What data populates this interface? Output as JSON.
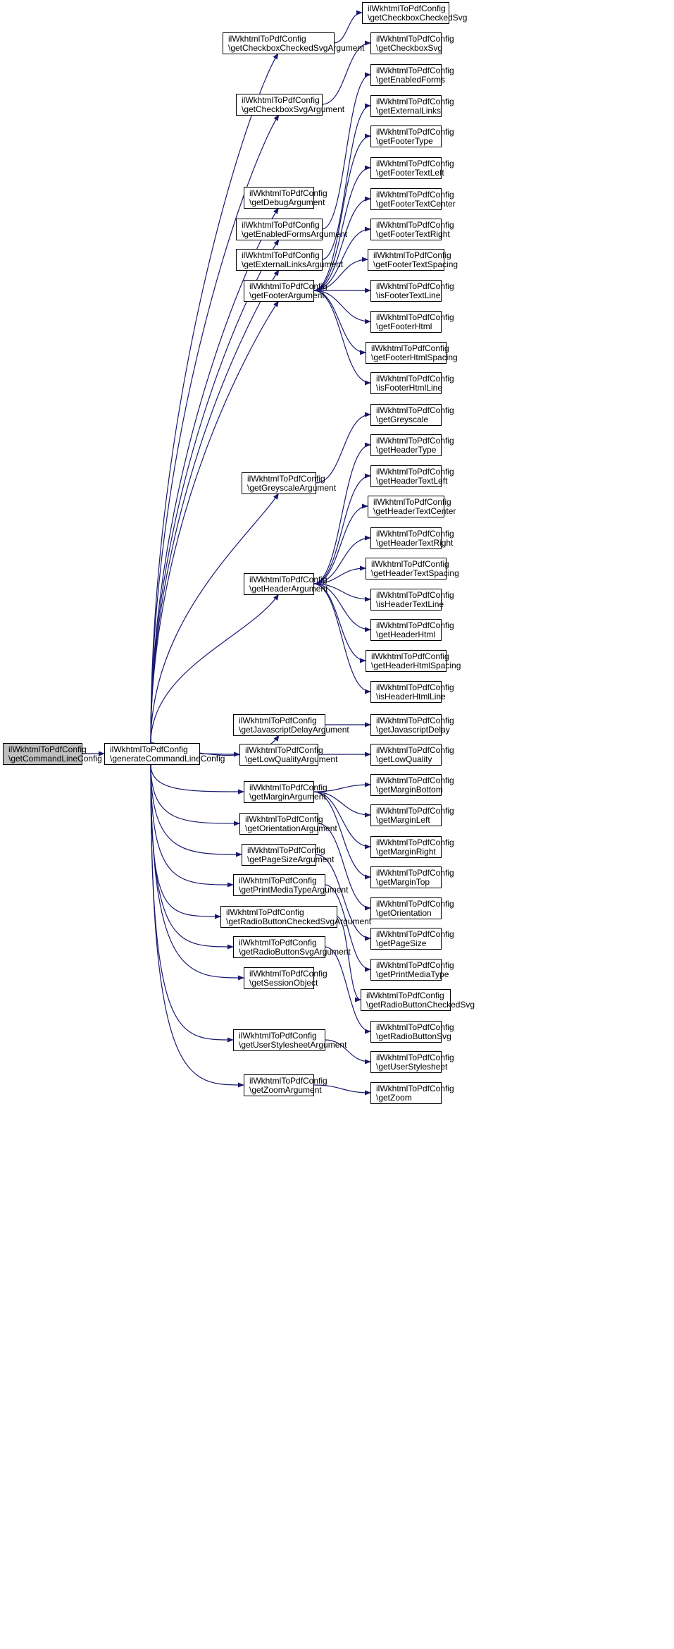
{
  "colors": {
    "edge": "#191970",
    "node_border": "#000000",
    "node_fill": "#ffffff",
    "root_fill": "#bfbfbf",
    "background": "#ffffff"
  },
  "nodes": [
    {
      "id": "root",
      "line1": "ilWkhtmlToPdfConfig",
      "line2": "\\getCommandLineConfig",
      "root": true
    },
    {
      "id": "gen",
      "line1": "ilWkhtmlToPdfConfig",
      "line2": "\\generateCommandLineConfig"
    },
    {
      "id": "cbcsa",
      "line1": "ilWkhtmlToPdfConfig",
      "line2": "\\getCheckboxCheckedSvgArgument"
    },
    {
      "id": "cbsa",
      "line1": "ilWkhtmlToPdfConfig",
      "line2": "\\getCheckboxSvgArgument"
    },
    {
      "id": "dbga",
      "line1": "ilWkhtmlToPdfConfig",
      "line2": "\\getDebugArgument"
    },
    {
      "id": "efa",
      "line1": "ilWkhtmlToPdfConfig",
      "line2": "\\getEnabledFormsArgument"
    },
    {
      "id": "ela",
      "line1": "ilWkhtmlToPdfConfig",
      "line2": "\\getExternalLinksArgument"
    },
    {
      "id": "fa",
      "line1": "ilWkhtmlToPdfConfig",
      "line2": "\\getFooterArgument"
    },
    {
      "id": "gsa",
      "line1": "ilWkhtmlToPdfConfig",
      "line2": "\\getGreyscaleArgument"
    },
    {
      "id": "ha",
      "line1": "ilWkhtmlToPdfConfig",
      "line2": "\\getHeaderArgument"
    },
    {
      "id": "jda",
      "line1": "ilWkhtmlToPdfConfig",
      "line2": "\\getJavascriptDelayArgument"
    },
    {
      "id": "lqa",
      "line1": "ilWkhtmlToPdfConfig",
      "line2": "\\getLowQualityArgument"
    },
    {
      "id": "ma",
      "line1": "ilWkhtmlToPdfConfig",
      "line2": "\\getMarginArgument"
    },
    {
      "id": "oa",
      "line1": "ilWkhtmlToPdfConfig",
      "line2": "\\getOrientationArgument"
    },
    {
      "id": "psa",
      "line1": "ilWkhtmlToPdfConfig",
      "line2": "\\getPageSizeArgument"
    },
    {
      "id": "pmta",
      "line1": "ilWkhtmlToPdfConfig",
      "line2": "\\getPrintMediaTypeArgument"
    },
    {
      "id": "rbcsa",
      "line1": "ilWkhtmlToPdfConfig",
      "line2": "\\getRadioButtonCheckedSvgArgument"
    },
    {
      "id": "rbsa",
      "line1": "ilWkhtmlToPdfConfig",
      "line2": "\\getRadioButtonSvgArgument"
    },
    {
      "id": "so",
      "line1": "ilWkhtmlToPdfConfig",
      "line2": "\\getSessionObject"
    },
    {
      "id": "ussa",
      "line1": "ilWkhtmlToPdfConfig",
      "line2": "\\getUserStylesheetArgument"
    },
    {
      "id": "za",
      "line1": "ilWkhtmlToPdfConfig",
      "line2": "\\getZoomArgument"
    },
    {
      "id": "cbcs",
      "line1": "ilWkhtmlToPdfConfig",
      "line2": "\\getCheckboxCheckedSvg"
    },
    {
      "id": "cbs",
      "line1": "ilWkhtmlToPdfConfig",
      "line2": "\\getCheckboxSvg"
    },
    {
      "id": "ef",
      "line1": "ilWkhtmlToPdfConfig",
      "line2": "\\getEnabledForms"
    },
    {
      "id": "el",
      "line1": "ilWkhtmlToPdfConfig",
      "line2": "\\getExternalLinks"
    },
    {
      "id": "ft",
      "line1": "ilWkhtmlToPdfConfig",
      "line2": "\\getFooterType"
    },
    {
      "id": "ftl",
      "line1": "ilWkhtmlToPdfConfig",
      "line2": "\\getFooterTextLeft"
    },
    {
      "id": "ftc",
      "line1": "ilWkhtmlToPdfConfig",
      "line2": "\\getFooterTextCenter"
    },
    {
      "id": "ftr",
      "line1": "ilWkhtmlToPdfConfig",
      "line2": "\\getFooterTextRight"
    },
    {
      "id": "fts",
      "line1": "ilWkhtmlToPdfConfig",
      "line2": "\\getFooterTextSpacing"
    },
    {
      "id": "iftl",
      "line1": "ilWkhtmlToPdfConfig",
      "line2": "\\isFooterTextLine"
    },
    {
      "id": "fh",
      "line1": "ilWkhtmlToPdfConfig",
      "line2": "\\getFooterHtml"
    },
    {
      "id": "fhs",
      "line1": "ilWkhtmlToPdfConfig",
      "line2": "\\getFooterHtmlSpacing"
    },
    {
      "id": "ifhl",
      "line1": "ilWkhtmlToPdfConfig",
      "line2": "\\isFooterHtmlLine"
    },
    {
      "id": "gs",
      "line1": "ilWkhtmlToPdfConfig",
      "line2": "\\getGreyscale"
    },
    {
      "id": "ht",
      "line1": "ilWkhtmlToPdfConfig",
      "line2": "\\getHeaderType"
    },
    {
      "id": "htl",
      "line1": "ilWkhtmlToPdfConfig",
      "line2": "\\getHeaderTextLeft"
    },
    {
      "id": "htc",
      "line1": "ilWkhtmlToPdfConfig",
      "line2": "\\getHeaderTextCenter"
    },
    {
      "id": "htr",
      "line1": "ilWkhtmlToPdfConfig",
      "line2": "\\getHeaderTextRight"
    },
    {
      "id": "hts",
      "line1": "ilWkhtmlToPdfConfig",
      "line2": "\\getHeaderTextSpacing"
    },
    {
      "id": "ihtl",
      "line1": "ilWkhtmlToPdfConfig",
      "line2": "\\isHeaderTextLine"
    },
    {
      "id": "hh",
      "line1": "ilWkhtmlToPdfConfig",
      "line2": "\\getHeaderHtml"
    },
    {
      "id": "hhs",
      "line1": "ilWkhtmlToPdfConfig",
      "line2": "\\getHeaderHtmlSpacing"
    },
    {
      "id": "ihhl",
      "line1": "ilWkhtmlToPdfConfig",
      "line2": "\\isHeaderHtmlLine"
    },
    {
      "id": "jd",
      "line1": "ilWkhtmlToPdfConfig",
      "line2": "\\getJavascriptDelay"
    },
    {
      "id": "lq",
      "line1": "ilWkhtmlToPdfConfig",
      "line2": "\\getLowQuality"
    },
    {
      "id": "mb",
      "line1": "ilWkhtmlToPdfConfig",
      "line2": "\\getMarginBottom"
    },
    {
      "id": "ml",
      "line1": "ilWkhtmlToPdfConfig",
      "line2": "\\getMarginLeft"
    },
    {
      "id": "mr",
      "line1": "ilWkhtmlToPdfConfig",
      "line2": "\\getMarginRight"
    },
    {
      "id": "mt",
      "line1": "ilWkhtmlToPdfConfig",
      "line2": "\\getMarginTop"
    },
    {
      "id": "or",
      "line1": "ilWkhtmlToPdfConfig",
      "line2": "\\getOrientation"
    },
    {
      "id": "ps",
      "line1": "ilWkhtmlToPdfConfig",
      "line2": "\\getPageSize"
    },
    {
      "id": "pmt",
      "line1": "ilWkhtmlToPdfConfig",
      "line2": "\\getPrintMediaType"
    },
    {
      "id": "rbcs",
      "line1": "ilWkhtmlToPdfConfig",
      "line2": "\\getRadioButtonCheckedSvg"
    },
    {
      "id": "rbs",
      "line1": "ilWkhtmlToPdfConfig",
      "line2": "\\getRadioButtonSvg"
    },
    {
      "id": "uss",
      "line1": "ilWkhtmlToPdfConfig",
      "line2": "\\getUserStylesheet"
    },
    {
      "id": "zm",
      "line1": "ilWkhtmlToPdfConfig",
      "line2": "\\getZoom"
    }
  ],
  "edges": [
    [
      "root",
      "gen"
    ],
    [
      "gen",
      "cbcsa"
    ],
    [
      "gen",
      "cbsa"
    ],
    [
      "gen",
      "dbga"
    ],
    [
      "gen",
      "efa"
    ],
    [
      "gen",
      "ela"
    ],
    [
      "gen",
      "fa"
    ],
    [
      "gen",
      "gsa"
    ],
    [
      "gen",
      "ha"
    ],
    [
      "gen",
      "jda"
    ],
    [
      "gen",
      "lqa"
    ],
    [
      "gen",
      "ma"
    ],
    [
      "gen",
      "oa"
    ],
    [
      "gen",
      "psa"
    ],
    [
      "gen",
      "pmta"
    ],
    [
      "gen",
      "rbcsa"
    ],
    [
      "gen",
      "rbsa"
    ],
    [
      "gen",
      "so"
    ],
    [
      "gen",
      "ussa"
    ],
    [
      "gen",
      "za"
    ],
    [
      "cbcsa",
      "cbcs"
    ],
    [
      "cbsa",
      "cbs"
    ],
    [
      "efa",
      "ef"
    ],
    [
      "ela",
      "el"
    ],
    [
      "fa",
      "ft"
    ],
    [
      "fa",
      "ftl"
    ],
    [
      "fa",
      "ftc"
    ],
    [
      "fa",
      "ftr"
    ],
    [
      "fa",
      "fts"
    ],
    [
      "fa",
      "iftl"
    ],
    [
      "fa",
      "fh"
    ],
    [
      "fa",
      "fhs"
    ],
    [
      "fa",
      "ifhl"
    ],
    [
      "gsa",
      "gs"
    ],
    [
      "ha",
      "ht"
    ],
    [
      "ha",
      "htl"
    ],
    [
      "ha",
      "htc"
    ],
    [
      "ha",
      "htr"
    ],
    [
      "ha",
      "hts"
    ],
    [
      "ha",
      "ihtl"
    ],
    [
      "ha",
      "hh"
    ],
    [
      "ha",
      "hhs"
    ],
    [
      "ha",
      "ihhl"
    ],
    [
      "jda",
      "jd"
    ],
    [
      "lqa",
      "lq"
    ],
    [
      "ma",
      "mb"
    ],
    [
      "ma",
      "ml"
    ],
    [
      "ma",
      "mr"
    ],
    [
      "ma",
      "mt"
    ],
    [
      "oa",
      "or"
    ],
    [
      "psa",
      "ps"
    ],
    [
      "pmta",
      "pmt"
    ],
    [
      "rbcsa",
      "rbcs"
    ],
    [
      "rbsa",
      "rbs"
    ],
    [
      "ussa",
      "uss"
    ],
    [
      "za",
      "zm"
    ]
  ]
}
